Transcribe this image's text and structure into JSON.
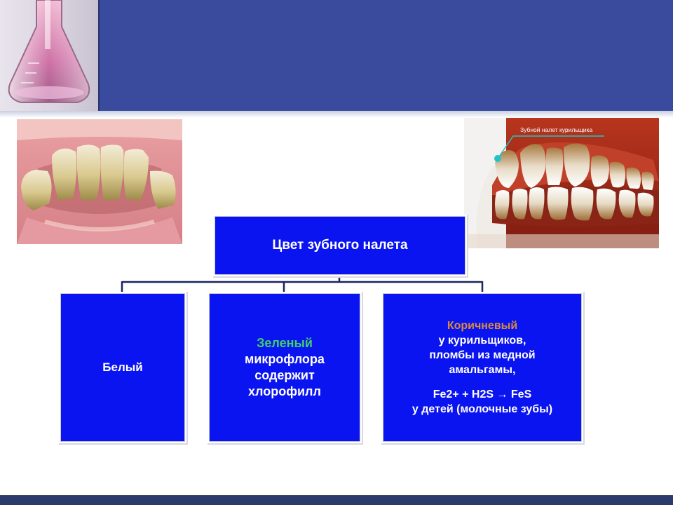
{
  "diagram": {
    "root": {
      "label": "Цвет зубного налета"
    },
    "nodes": [
      {
        "lines": [
          "Белый"
        ]
      },
      {
        "accent": "Зеленый",
        "accent_color": "#3fd06a",
        "lines": [
          "микрофлора",
          "содержит",
          "хлорофилл"
        ]
      },
      {
        "accent": "Коричневый",
        "accent_color": "#d98a3c",
        "lines": [
          "у курильщиков,",
          "пломбы из медной",
          "амальгамы,"
        ],
        "formula": "Fe2+  +  H2S  → FeS",
        "extra": "у детей (молочные зубы)"
      }
    ]
  },
  "images": {
    "teeth_right_caption": "Зубной налет курильщика"
  },
  "colors": {
    "header": "#3a4a9c",
    "node_fill": "#0a14f0",
    "footer": "#2c3b6e"
  }
}
